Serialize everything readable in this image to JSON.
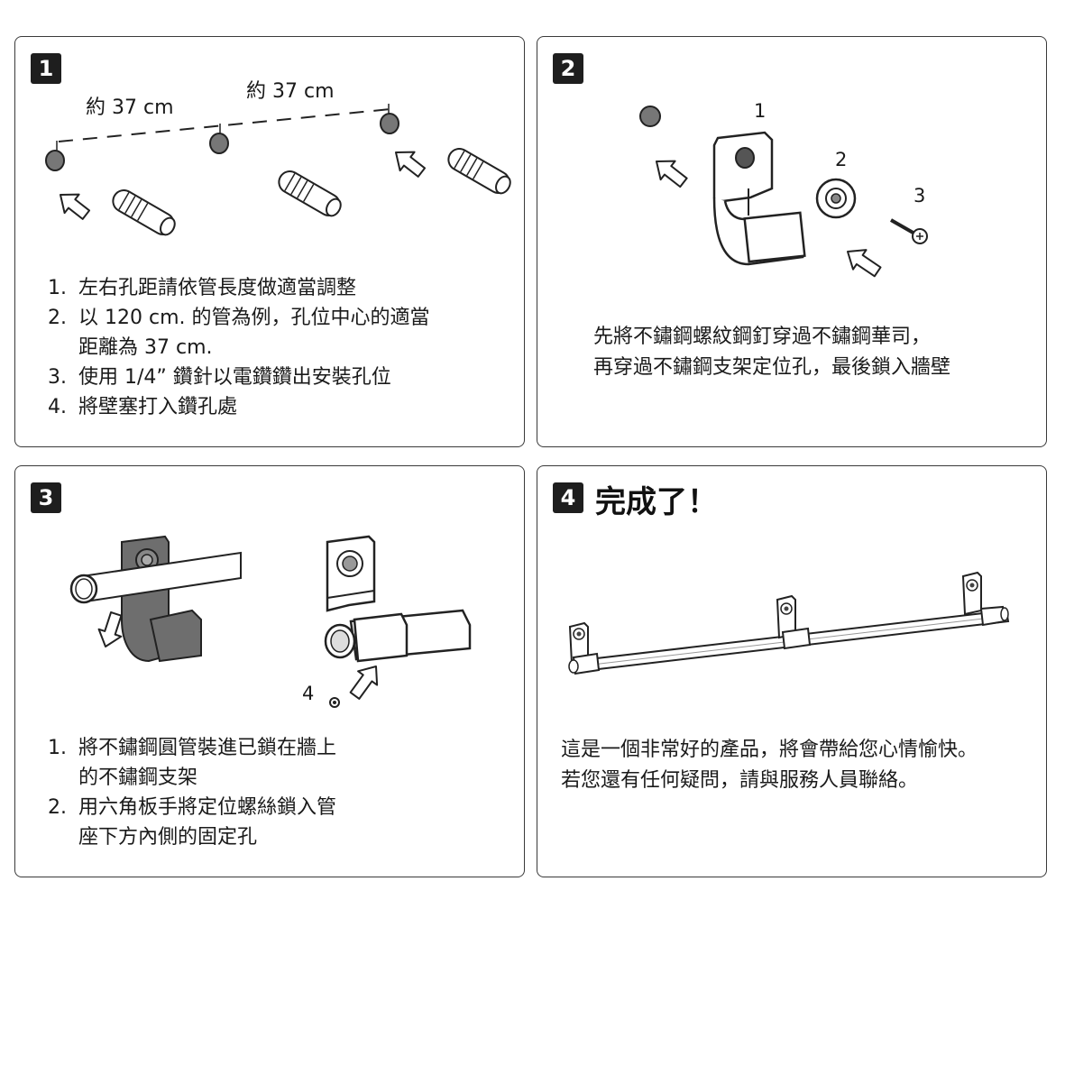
{
  "panels": [
    {
      "badge": "1",
      "labels": [
        "約 37 cm",
        "約 37 cm"
      ],
      "steps": [
        {
          "num": "1.",
          "text": "左右孔距請依管長度做適當調整"
        },
        {
          "num": "2.",
          "text": "以 120 cm. 的管為例，孔位中心的適當距離為 37 cm."
        },
        {
          "num": "3.",
          "text": "使用 1/4” 鑽針以電鑽鑽出安裝孔位"
        },
        {
          "num": "4.",
          "text": "將壁塞打入鑽孔處"
        }
      ]
    },
    {
      "badge": "2",
      "part_labels": [
        "1",
        "2",
        "3"
      ],
      "paragraph": [
        "先將不鏽鋼螺紋鋼釘穿過不鏽鋼華司，",
        "再穿過不鏽鋼支架定位孔，最後鎖入牆壁"
      ]
    },
    {
      "badge": "3",
      "part_label": "4",
      "steps": [
        {
          "num": "1.",
          "text": "將不鏽鋼圓管裝進已鎖在牆上的不鏽鋼支架"
        },
        {
          "num": "2.",
          "text": "用六角板手將定位螺絲鎖入管座下方內側的固定孔"
        }
      ]
    },
    {
      "badge": "4",
      "title": "完成了！",
      "paragraph": [
        "這是一個非常好的產品，將會帶給您心情愉快。",
        "若您還有任何疑問，請與服務人員聯絡。"
      ]
    }
  ]
}
